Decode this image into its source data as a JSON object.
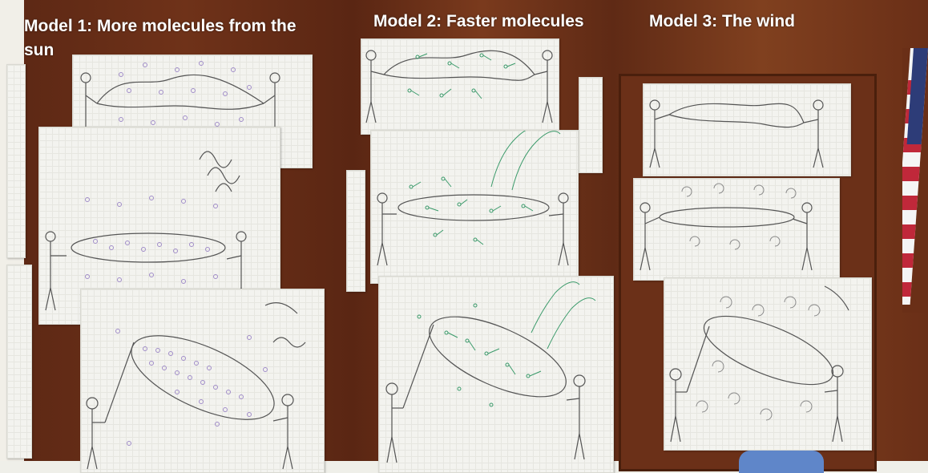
{
  "captions": {
    "model1_line1": "Model 1: More molecules from the",
    "model1_line2": "sun",
    "model2": "Model 2: Faster molecules",
    "model3": "Model 3: The wind"
  },
  "colors": {
    "wood": "#6b3018",
    "paper": "#f3f3ef",
    "molecule_model1": "#a08cc8",
    "molecule_model2": "#3a9a6a",
    "pencil": "#555555"
  },
  "icons": [
    "stick-figure",
    "molecule",
    "wind-swirl",
    "heat-wave",
    "flag"
  ]
}
